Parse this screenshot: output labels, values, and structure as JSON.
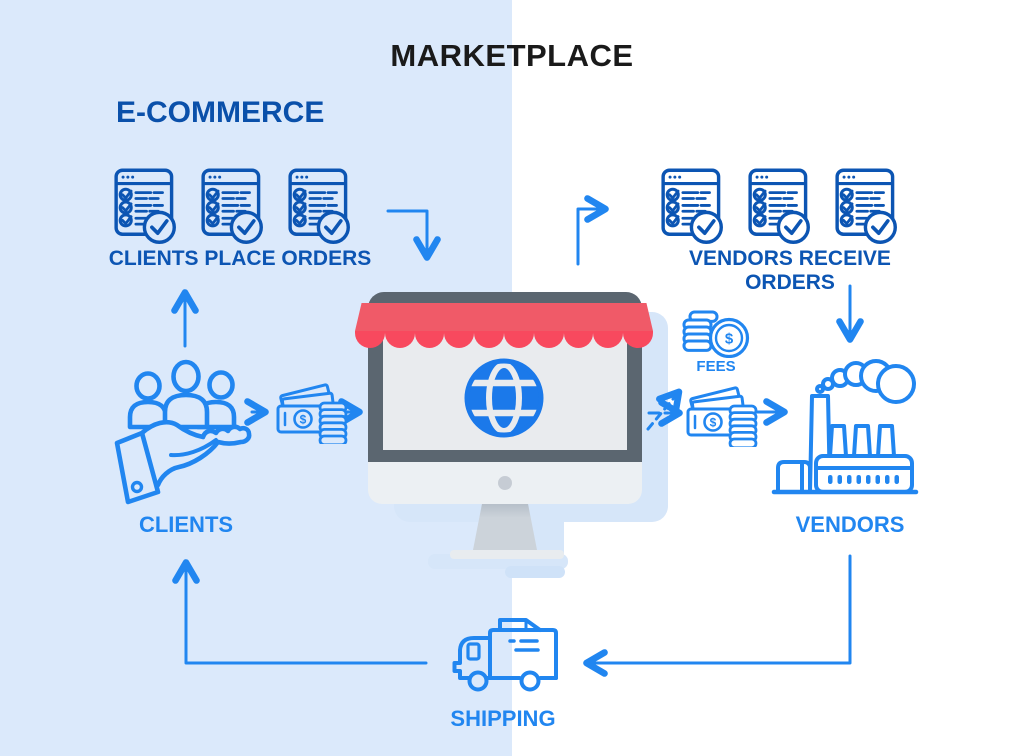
{
  "title": "MARKETPLACE",
  "subtitle": "E-COMMERCE",
  "labels": {
    "clients_orders": "CLIENTS PLACE ORDERS",
    "vendors_orders": "VENDORS RECEIVE ORDERS",
    "clients": "CLIENTS",
    "vendors": "VENDORS",
    "fees": "FEES",
    "shipping": "SHIPPING"
  },
  "money": {
    "symbol": "$"
  },
  "icons": [
    "order-checklist-icon (x3 clients side)",
    "order-checklist-icon (x3 vendors side)",
    "clients-group-in-hand-icon",
    "money-bills-coins-icon (x2)",
    "fees-coins-icon",
    "marketplace-monitor-storefront-icon",
    "globe-icon",
    "factory-icon",
    "delivery-truck-icon"
  ],
  "colors": {
    "background_left": "#dbe9fb",
    "background_right": "#ffffff",
    "bright_blue": "#2186f0",
    "dark_blue": "#0c55b3",
    "title_black": "#1a1a1a",
    "awning_band_red": "#f05a68",
    "awning_scallop_red": "#f8495e",
    "monitor_frame_gray": "#5b6670",
    "screen_gray": "#e9ebee",
    "globe_blue": "#1b79ea",
    "shadow_blue": "#d6e6f9"
  },
  "flow_edges": [
    {
      "from": "clients",
      "to": "clients-place-orders",
      "style": "solid"
    },
    {
      "from": "clients-place-orders",
      "to": "marketplace",
      "style": "solid"
    },
    {
      "from": "clients",
      "to": "payment-money",
      "style": "solid"
    },
    {
      "from": "payment-money",
      "to": "marketplace",
      "style": "solid"
    },
    {
      "from": "marketplace",
      "to": "vendors-receive-orders",
      "style": "solid"
    },
    {
      "from": "marketplace",
      "to": "fees",
      "style": "dashed"
    },
    {
      "from": "marketplace",
      "to": "payout-money",
      "style": "dashed"
    },
    {
      "from": "payout-money",
      "to": "vendors",
      "style": "solid"
    },
    {
      "from": "vendors-receive-orders",
      "to": "vendors",
      "style": "solid"
    },
    {
      "from": "vendors",
      "to": "shipping",
      "style": "solid"
    },
    {
      "from": "shipping",
      "to": "clients",
      "style": "solid"
    }
  ]
}
